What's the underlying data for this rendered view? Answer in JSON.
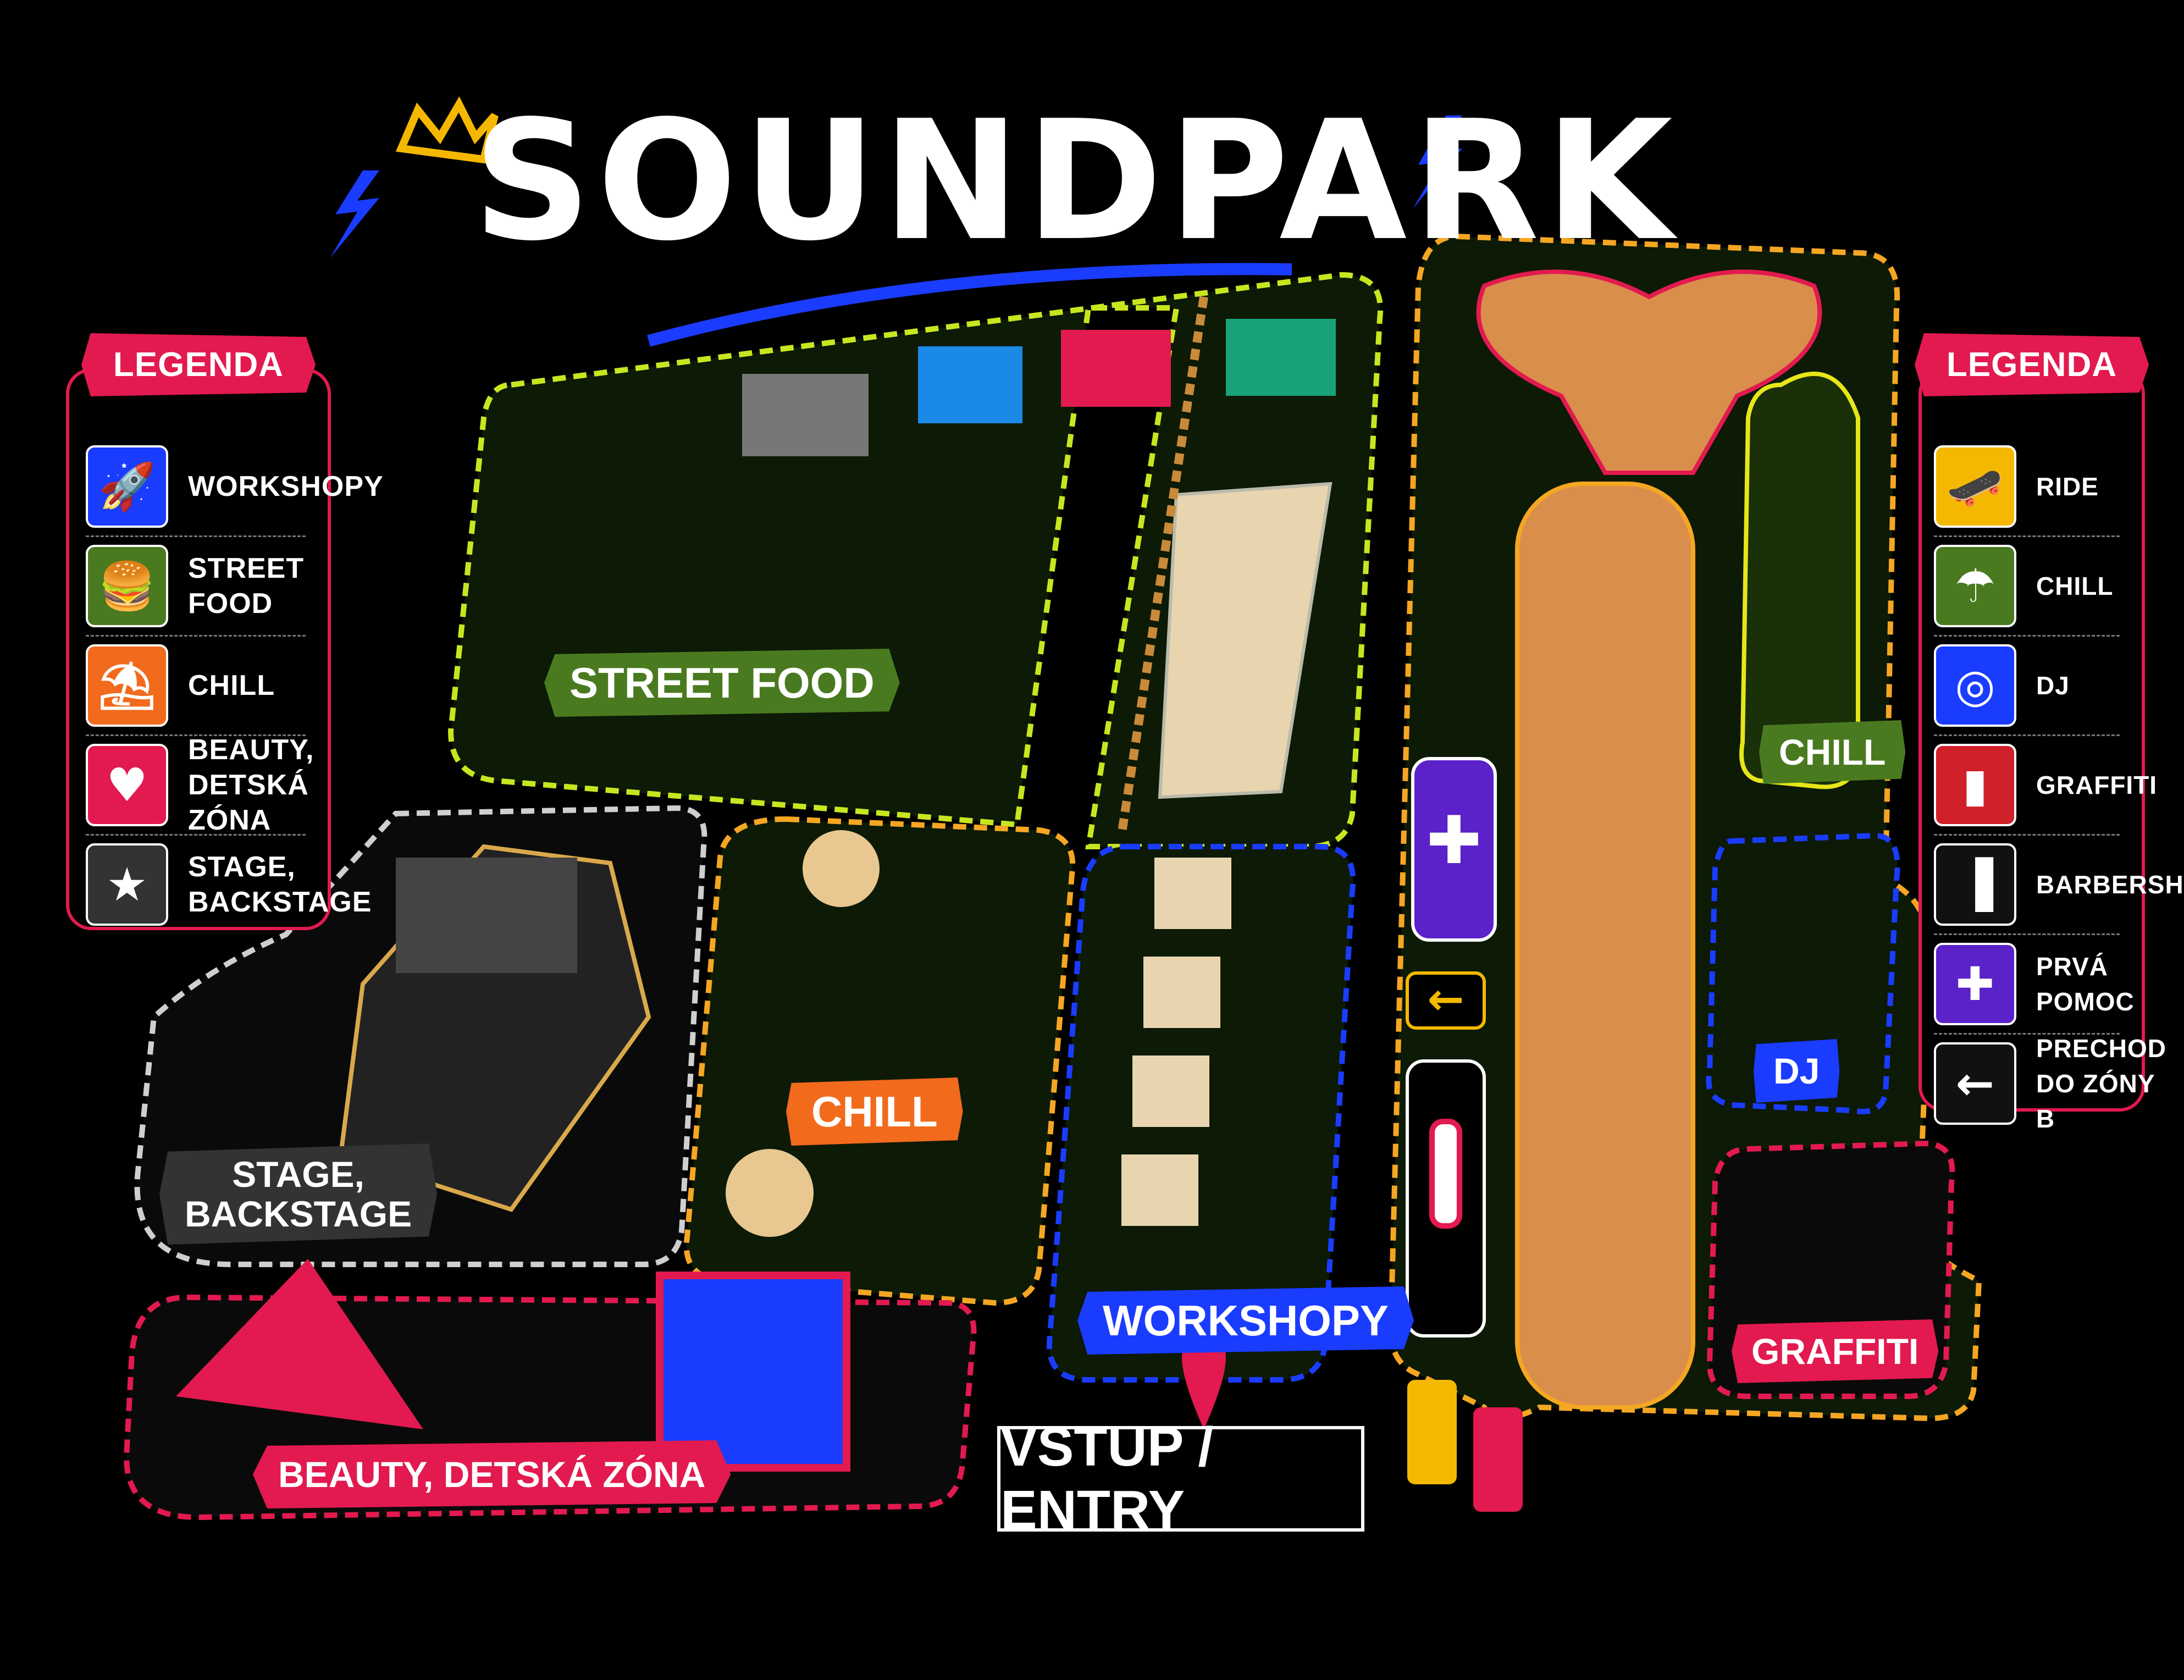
{
  "title": "SOUNDPARK",
  "entry_label": "VSTUP / ENTRY",
  "colors": {
    "legend_border": "#e21a4f",
    "street_food_zone": "#c8e620",
    "chill_zone": "#f5a623",
    "workshop_zone": "#1a3cff",
    "stage_zone": "#cfcfcf",
    "beauty_zone": "#e21a4f",
    "chill_right_zone": "#e6e61a",
    "dj_zone": "#1a3cff",
    "graffiti_zone": "#e21a4f"
  },
  "legend_left": {
    "title": "LEGENDA",
    "items": [
      {
        "label": "WORKSHOPY",
        "icon": "rocket-icon",
        "glyph": "🚀",
        "color": "#1a3cff"
      },
      {
        "label": "STREET FOOD",
        "icon": "burger-icon",
        "glyph": "🍔",
        "color": "#4a7a20"
      },
      {
        "label": "CHILL",
        "icon": "lounger-icon",
        "glyph": "⛱",
        "color": "#f26a1b"
      },
      {
        "label": "BEAUTY,\nDETSKÁ ZÓNA",
        "icon": "heart-icon",
        "glyph": "♥",
        "color": "#e21a4f"
      },
      {
        "label": "STAGE,\nBACKSTAGE",
        "icon": "star-icon",
        "glyph": "★",
        "color": "#333333"
      }
    ]
  },
  "legend_right": {
    "title": "LEGENDA",
    "items": [
      {
        "label": "RIDE",
        "icon": "skateboard-icon",
        "glyph": "🛹",
        "color": "#f5b800"
      },
      {
        "label": "CHILL",
        "icon": "umbrella-icon",
        "glyph": "☂",
        "color": "#4a7a20"
      },
      {
        "label": "DJ",
        "icon": "turntable-icon",
        "glyph": "◎",
        "color": "#1a3cff"
      },
      {
        "label": "GRAFFITI",
        "icon": "spray-can-icon",
        "glyph": "▮",
        "color": "#d0202a"
      },
      {
        "label": "BARBERSHOP",
        "icon": "barber-pole-icon",
        "glyph": "▐",
        "color": "#111111"
      },
      {
        "label": "PRVÁ\nPOMOC",
        "icon": "first-aid-icon",
        "glyph": "✚",
        "color": "#5a22c8"
      },
      {
        "label": "PRECHOD\nDO ZÓNY B",
        "icon": "arrow-left-icon",
        "glyph": "←",
        "color": "#111111"
      }
    ]
  },
  "zones": {
    "street_food": "STREET FOOD",
    "chill": "CHILL",
    "workshopy": "WORKSHOPY",
    "stage": "STAGE,\nBACKSTAGE",
    "beauty": "BEAUTY, DETSKÁ ZÓNA",
    "chill_right": "CHILL",
    "dj": "DJ",
    "graffiti": "GRAFFITI"
  }
}
